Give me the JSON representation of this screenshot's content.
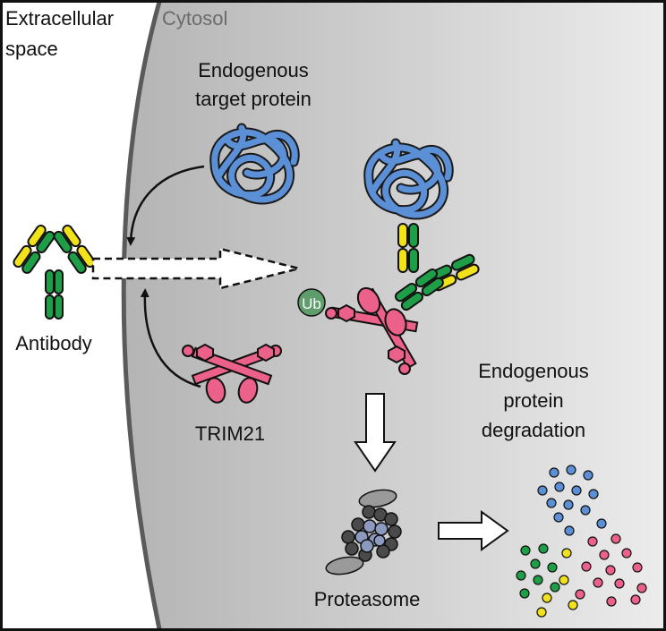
{
  "labels": {
    "extracellular_line1": "Extracellular",
    "extracellular_line2": "space",
    "cytosol": "Cytosol",
    "target_line1": "Endogenous",
    "target_line2": "target protein",
    "antibody": "Antibody",
    "trim21": "TRIM21",
    "ub": "Ub",
    "degradation_line1": "Endogenous",
    "degradation_line2": "protein",
    "degradation_line3": "degradation",
    "proteasome": "Proteasome"
  },
  "colors": {
    "protein_blue": "#5b8fd6",
    "antibody_green": "#1f9e48",
    "antibody_yellow": "#f2e21b",
    "trim21_pink": "#ec6189",
    "ub_green": "#5f9e6c",
    "membrane": "#5a5a5a",
    "proteasome_grey": "#7d7d7d",
    "proteasome_blue": "#8c9ac0"
  },
  "icons": [
    "tangled-protein-icon",
    "antibody-icon",
    "trim21-icon",
    "proteasome-icon",
    "ubiquitin-icon"
  ]
}
